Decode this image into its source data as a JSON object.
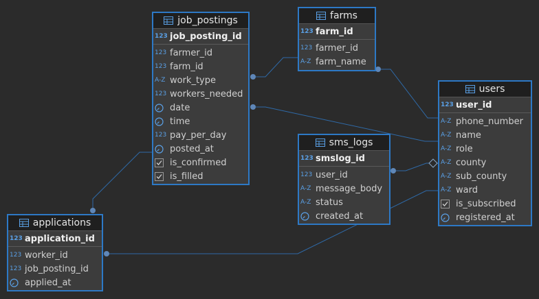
{
  "tables": {
    "job_postings": {
      "name": "job_postings",
      "pk": "job_posting_id",
      "columns": [
        {
          "name": "farmer_id",
          "type": "num"
        },
        {
          "name": "farm_id",
          "type": "num"
        },
        {
          "name": "work_type",
          "type": "text"
        },
        {
          "name": "workers_needed",
          "type": "num"
        },
        {
          "name": "date",
          "type": "datetime"
        },
        {
          "name": "time",
          "type": "datetime"
        },
        {
          "name": "pay_per_day",
          "type": "num"
        },
        {
          "name": "posted_at",
          "type": "datetime"
        },
        {
          "name": "is_confirmed",
          "type": "bool"
        },
        {
          "name": "is_filled",
          "type": "bool"
        }
      ]
    },
    "farms": {
      "name": "farms",
      "pk": "farm_id",
      "columns": [
        {
          "name": "farmer_id",
          "type": "num"
        },
        {
          "name": "farm_name",
          "type": "text"
        }
      ]
    },
    "users": {
      "name": "users",
      "pk": "user_id",
      "columns": [
        {
          "name": "phone_number",
          "type": "text"
        },
        {
          "name": "name",
          "type": "text"
        },
        {
          "name": "role",
          "type": "text"
        },
        {
          "name": "county",
          "type": "text"
        },
        {
          "name": "sub_county",
          "type": "text"
        },
        {
          "name": "ward",
          "type": "text"
        },
        {
          "name": "is_subscribed",
          "type": "bool"
        },
        {
          "name": "registered_at",
          "type": "datetime"
        }
      ]
    },
    "sms_logs": {
      "name": "sms_logs",
      "pk": "smslog_id",
      "columns": [
        {
          "name": "user_id",
          "type": "num"
        },
        {
          "name": "message_body",
          "type": "text"
        },
        {
          "name": "status",
          "type": "text"
        },
        {
          "name": "created_at",
          "type": "datetime"
        }
      ]
    },
    "applications": {
      "name": "applications",
      "pk": "application_id",
      "columns": [
        {
          "name": "worker_id",
          "type": "num"
        },
        {
          "name": "job_posting_id",
          "type": "num"
        },
        {
          "name": "applied_at",
          "type": "datetime"
        }
      ]
    }
  },
  "type_icons": {
    "num": "123",
    "text": "A-Z",
    "pk": "123"
  },
  "colors": {
    "background": "#2b2b2b",
    "accent": "#2d79c6",
    "link": "#2f6aa8",
    "header": "#1f1f1f",
    "body": "#3c3c3c"
  }
}
